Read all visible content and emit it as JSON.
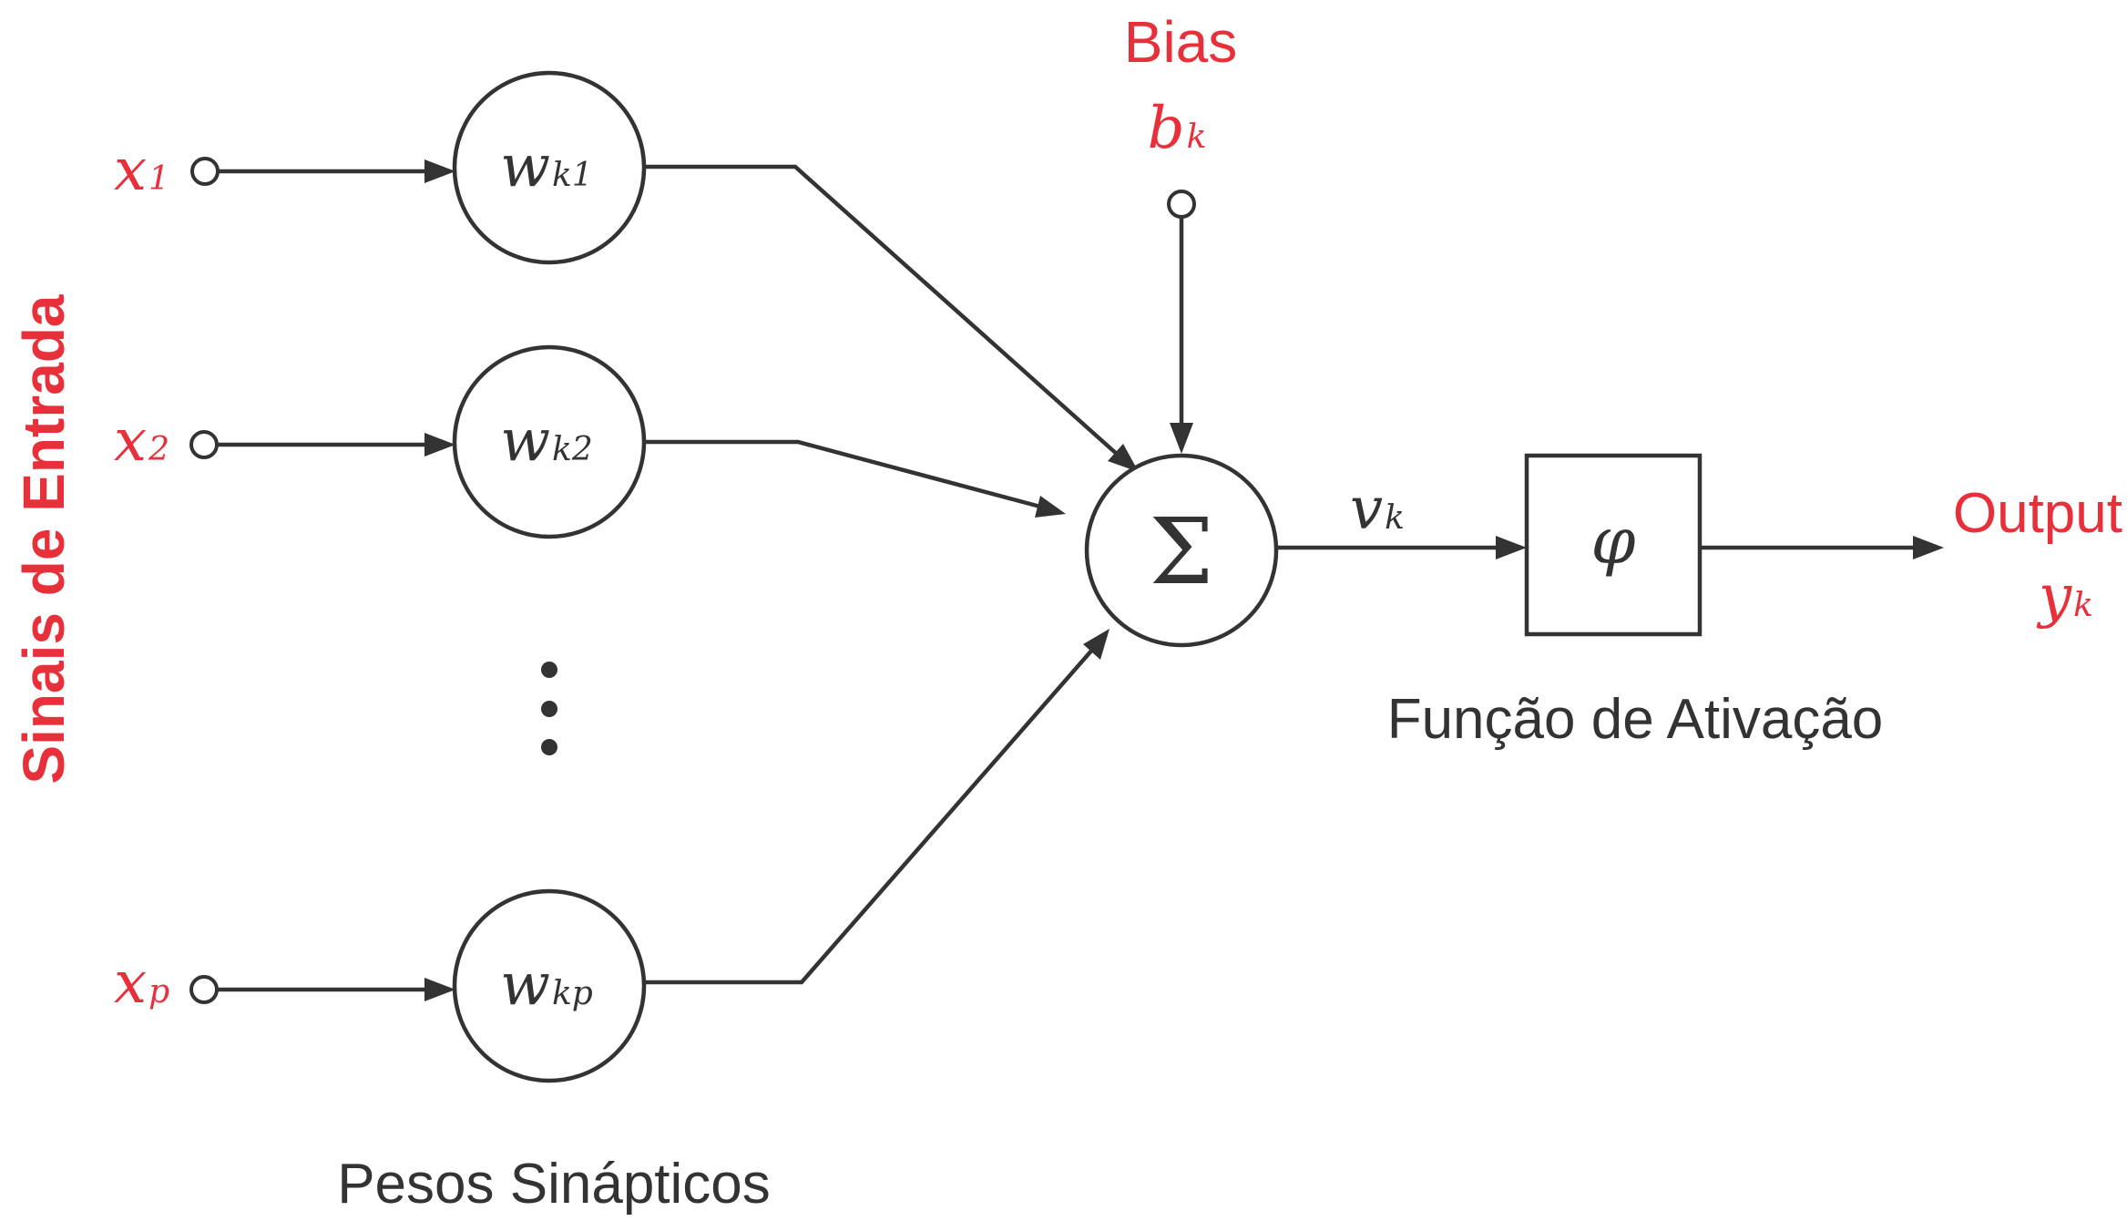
{
  "colors": {
    "accent": "#e8303a",
    "ink": "#333333",
    "background": "#ffffff"
  },
  "input_group_label": "Sinais de Entrada",
  "inputs": [
    {
      "symbol": "x",
      "index": "1"
    },
    {
      "symbol": "x",
      "index": "2"
    },
    {
      "symbol": "x",
      "index": "p"
    }
  ],
  "weights": [
    {
      "symbol": "w",
      "index": "k1"
    },
    {
      "symbol": "w",
      "index": "k2"
    },
    {
      "symbol": "w",
      "index": "kp"
    }
  ],
  "weights_label": "Pesos Sinápticos",
  "bias": {
    "label": "Bias",
    "symbol": "b",
    "index": "k"
  },
  "summing_junction": {
    "symbol": "Σ"
  },
  "induced_field": {
    "symbol": "v",
    "index": "k"
  },
  "activation": {
    "symbol": "φ",
    "label": "Função de Ativação"
  },
  "output": {
    "label": "Output",
    "symbol": "y",
    "index": "k"
  }
}
